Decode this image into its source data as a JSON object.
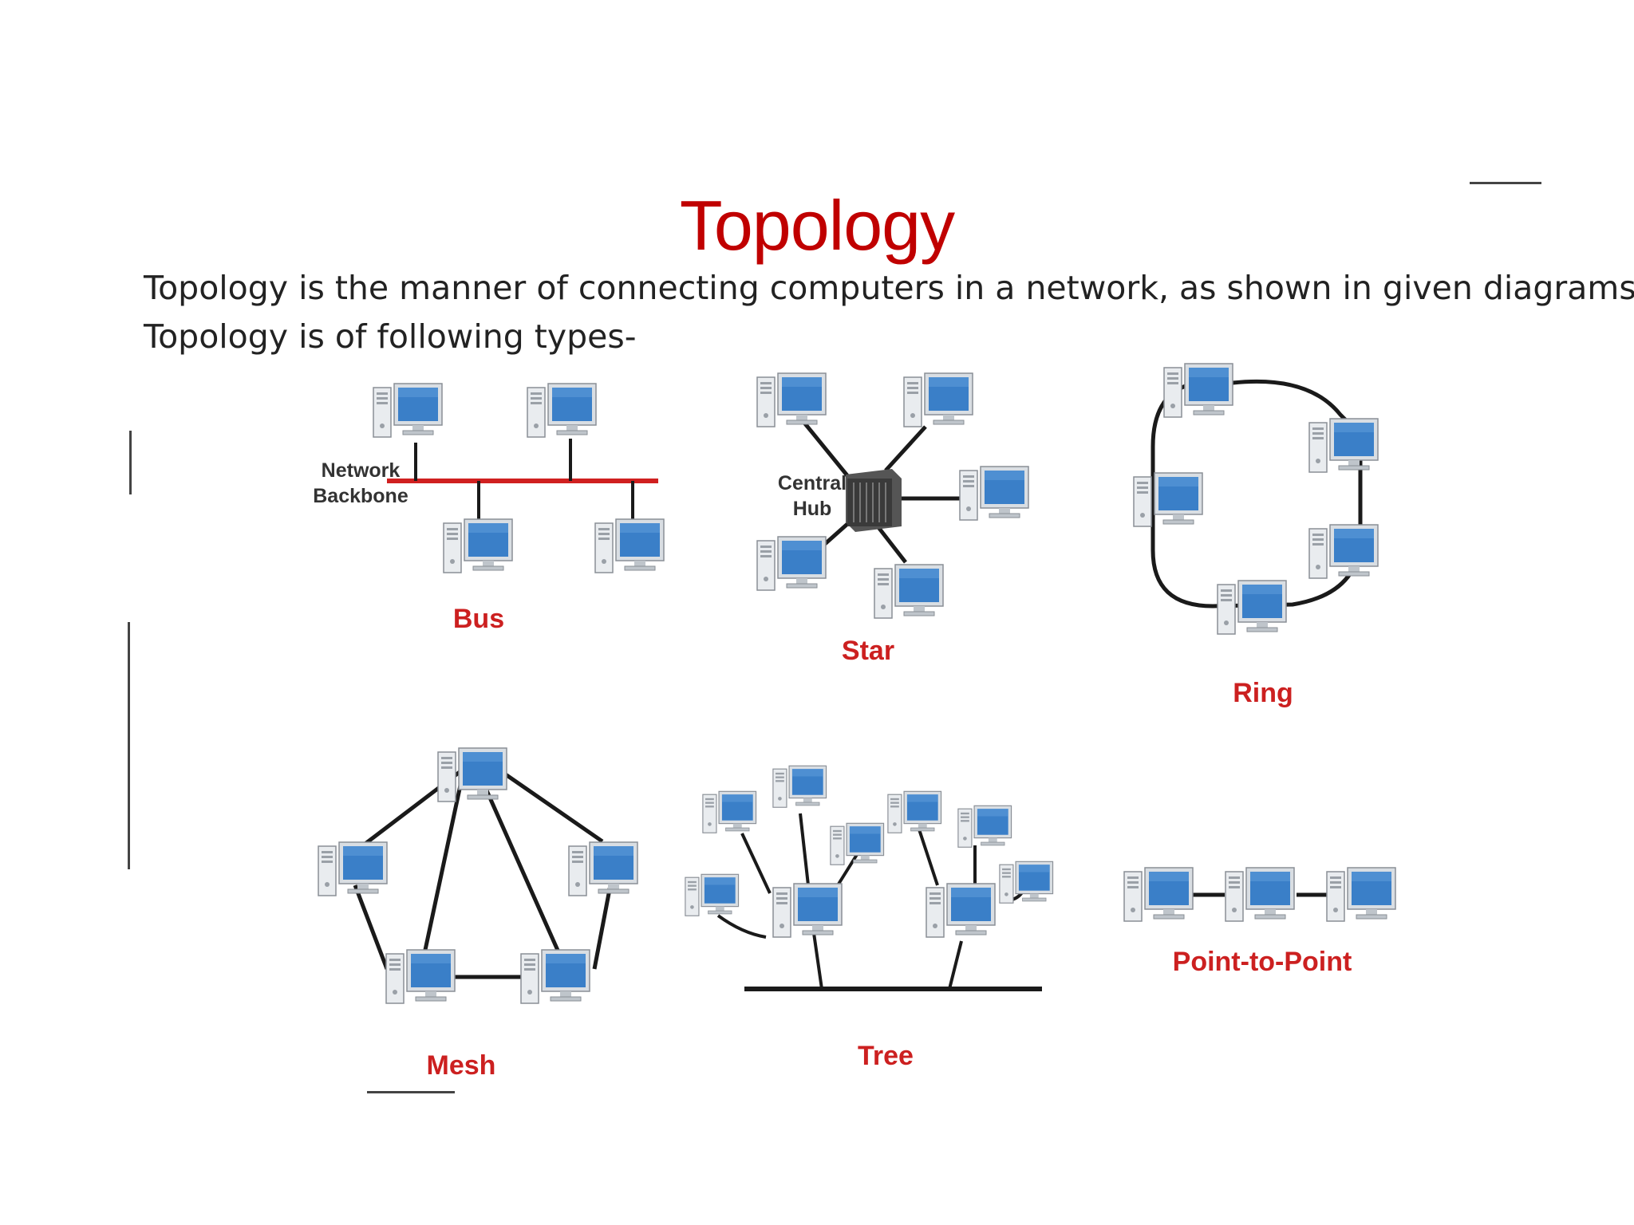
{
  "slide": {
    "title": "Topology",
    "description_line_1": "Topology is the manner of connecting computers in a network, as shown in given diagrams.",
    "description_line_2": "Topology is of following types-"
  },
  "diagram": {
    "labels": {
      "bus": "Bus",
      "star": "Star",
      "ring": "Ring",
      "mesh": "Mesh",
      "tree": "Tree",
      "point_to_point": "Point-to-Point",
      "network_backbone_line1": "Network",
      "network_backbone_line2": "Backbone",
      "central_hub_line1": "Central",
      "central_hub_line2": "Hub"
    },
    "colors": {
      "title": "#c00000",
      "topology_label": "#cc2020",
      "backbone": "#d02020",
      "screen": "#3a7fc8",
      "cable": "#1a1a1a"
    }
  }
}
